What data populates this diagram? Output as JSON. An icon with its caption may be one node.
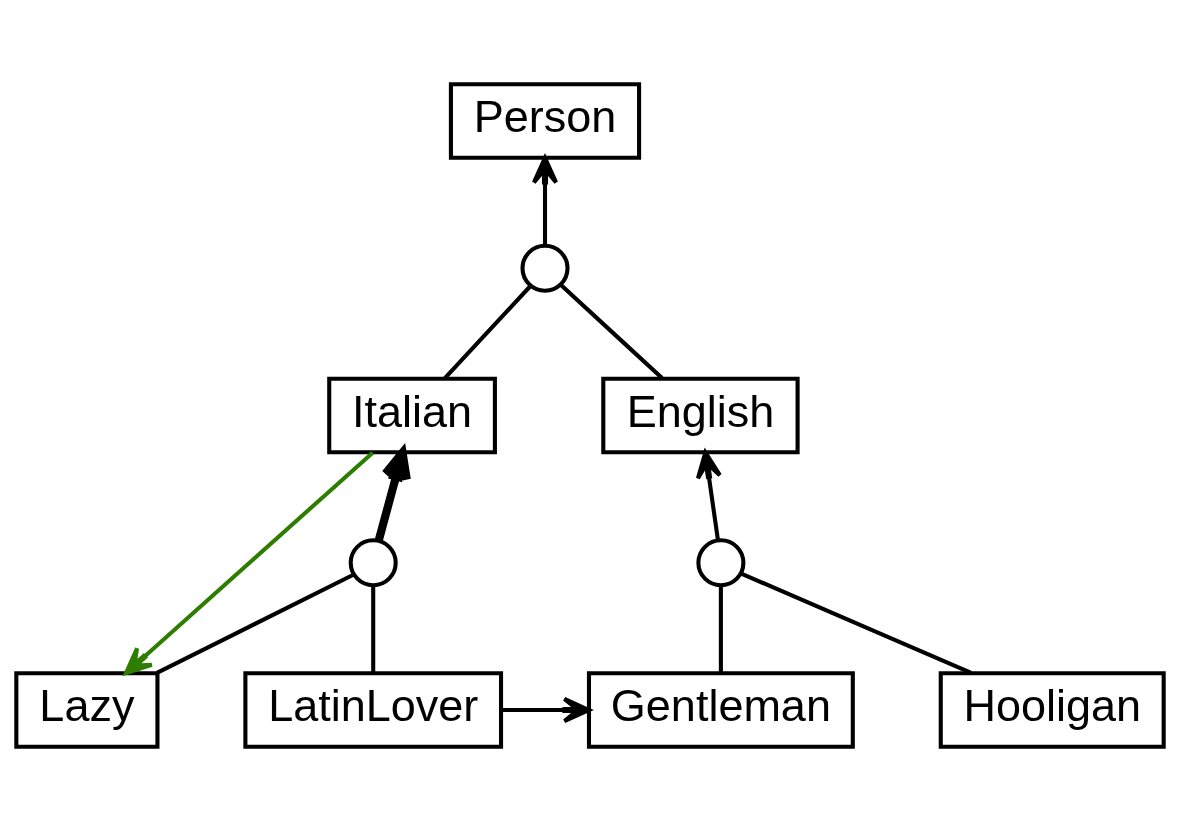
{
  "diagram": {
    "nodes": [
      {
        "text": [
          "Person"
        ]
      },
      {
        "text": [],
        "shape": "circle"
      },
      {
        "text": [
          "Italian"
        ]
      },
      {
        "text": [
          "English"
        ]
      },
      {
        "text": [],
        "shape": "circle"
      },
      {
        "text": [],
        "shape": "circle"
      },
      {
        "text": [
          "Lazy"
        ]
      },
      {
        "text": [
          "LatinLover"
        ]
      },
      {
        "text": [
          "Gentleman"
        ]
      },
      {
        "text": [
          "Hooligan"
        ]
      }
    ],
    "edges": [
      {
        "from": 1,
        "to": 0,
        "arrow": "to"
      },
      {
        "from": 2,
        "to": 1,
        "arrow": "none"
      },
      {
        "from": 3,
        "to": 1,
        "arrow": "none"
      },
      {
        "from": 4,
        "to": 2,
        "arrow": "to",
        "style": "thick"
      },
      {
        "from": 5,
        "to": 3,
        "arrow": "to"
      },
      {
        "from": 6,
        "to": 4,
        "arrow": "none"
      },
      {
        "from": 7,
        "to": 4,
        "arrow": "none"
      },
      {
        "from": 8,
        "to": 5,
        "arrow": "none"
      },
      {
        "from": 9,
        "to": 5,
        "arrow": "none"
      },
      {
        "from": 2,
        "to": 6,
        "arrow": "to",
        "color": "#2e7d00"
      },
      {
        "from": 7,
        "to": 8,
        "arrow": "to"
      }
    ]
  }
}
